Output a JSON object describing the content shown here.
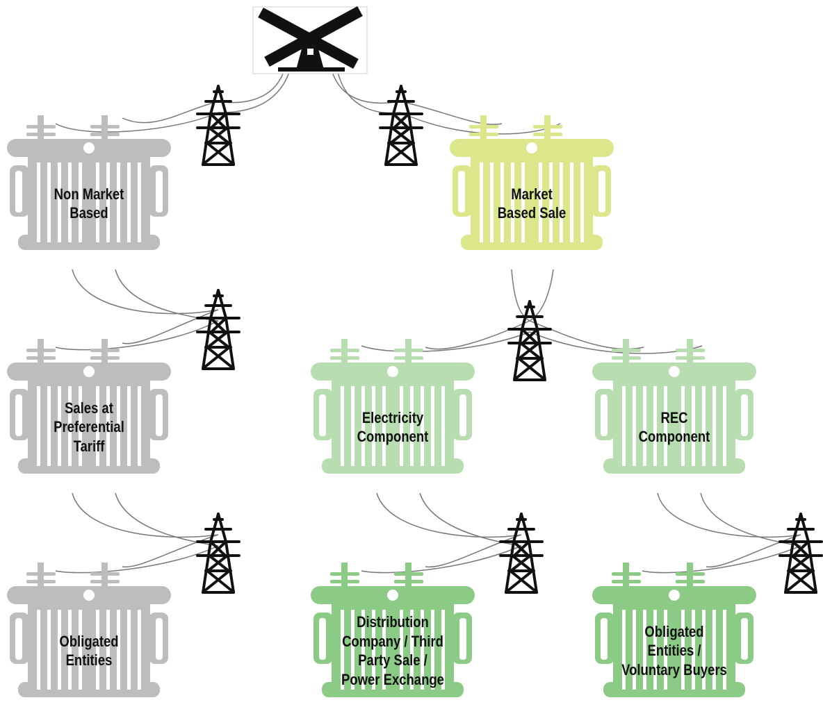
{
  "colors": {
    "gray": "#bdbdbd",
    "yellow": "#dce68a",
    "light_green": "#b7ddb0",
    "green": "#8bcb85",
    "wire": "#777777",
    "tower": "#111111"
  },
  "icons": {
    "source": "windmill-icon",
    "node": "transformer-icon",
    "link": "transmission-tower-icon"
  },
  "nodes": [
    {
      "id": "non-market",
      "label": "Non Market\nBased",
      "color": "gray"
    },
    {
      "id": "market",
      "label": "Market\nBased Sale",
      "color": "yellow"
    },
    {
      "id": "preferential",
      "label": "Sales at\nPreferential\nTariff",
      "color": "gray"
    },
    {
      "id": "electricity",
      "label": "Electricity\nComponent",
      "color": "light_green"
    },
    {
      "id": "rec",
      "label": "REC\nComponent",
      "color": "light_green"
    },
    {
      "id": "obligated",
      "label": "Obligated\nEntities",
      "color": "gray"
    },
    {
      "id": "distribution",
      "label": "Distribution\nCompany / Third\nParty Sale /\nPower Exchange",
      "color": "green"
    },
    {
      "id": "obligated-voluntary",
      "label": "Obligated\nEntities /\nVoluntary Buyers",
      "color": "green"
    }
  ],
  "edges": [
    [
      "windmill",
      "non-market"
    ],
    [
      "windmill",
      "market"
    ],
    [
      "non-market",
      "preferential"
    ],
    [
      "market",
      "electricity"
    ],
    [
      "market",
      "rec"
    ],
    [
      "preferential",
      "obligated"
    ],
    [
      "electricity",
      "distribution"
    ],
    [
      "rec",
      "obligated-voluntary"
    ]
  ]
}
